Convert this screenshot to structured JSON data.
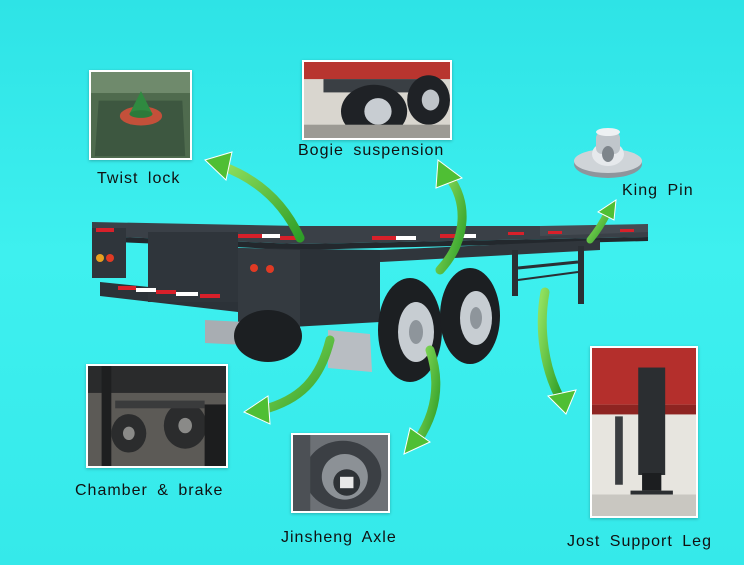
{
  "labels": {
    "twist_lock": "Twist  lock",
    "bogie_suspension": "Bogie  suspension",
    "king_pin": "King  Pin",
    "chamber_brake": "Chamber  &  brake",
    "jinsheng_axle": "Jinsheng  Axle",
    "jost_support_leg": "Jost  Support  Leg"
  },
  "colors": {
    "background": "#35e9ea",
    "arrow_green": "#4fbf34",
    "trailer_body": "#2c3238",
    "reflector_red": "#d8202a"
  }
}
